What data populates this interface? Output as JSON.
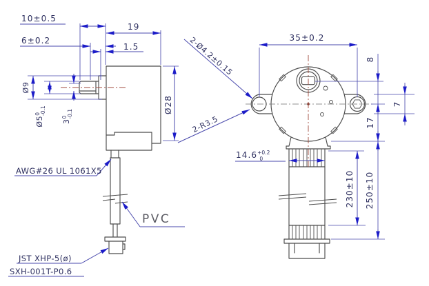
{
  "side_view": {
    "dim_shaft_length": "10±0.5",
    "dim_flat_length": "6±0.2",
    "dim_body_length": "19",
    "dim_boss_length": "1.5",
    "dim_boss_dia": "Ø9",
    "dim_shaft_dia": {
      "main": "Ø5",
      "sup": "0",
      "sub": "-0.1"
    },
    "dim_flat_width": {
      "main": "3",
      "sup": "0",
      "sub": "-0.1"
    },
    "dim_body_dia": "Ø28",
    "label_wire": "AWG#26 UL 1061X5",
    "label_sleeve": "PVC",
    "label_connector_1": "JST XHP-5(ø)",
    "label_connector_2": "SXH-001T-P0.6"
  },
  "front_view": {
    "dim_mount_pitch": "35±0.2",
    "dim_mount_holes": "2-Ø4.2±0.15",
    "dim_ear_radius": "2-R3.5",
    "dim_shaft_offset": "8",
    "dim_ear_width": "7",
    "dim_body_bottom": "17",
    "dim_ribbon_width": {
      "main": "14.6",
      "sup": "+0.2",
      "sub": "0"
    },
    "dim_lead_length": "230±10",
    "dim_total_length": "250±10"
  },
  "colors": {
    "outline": "#4c4c4c",
    "dim": "#4a4aad",
    "arrow": "#1c1cc8",
    "text": "#2e3060",
    "centerline": "#a04a3c",
    "pvc": "#5b5b63"
  }
}
